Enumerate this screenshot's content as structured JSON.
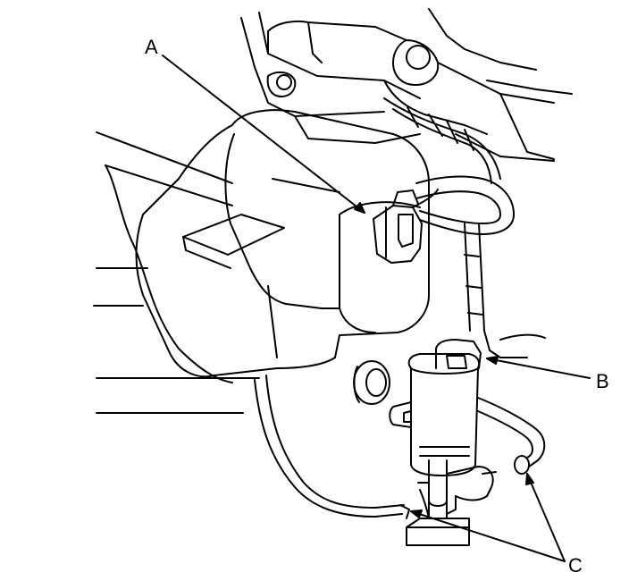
{
  "callouts": {
    "a": "A",
    "b": "B",
    "c": "C"
  },
  "colors": {
    "line": "#000000",
    "fill": "#ffffff"
  }
}
